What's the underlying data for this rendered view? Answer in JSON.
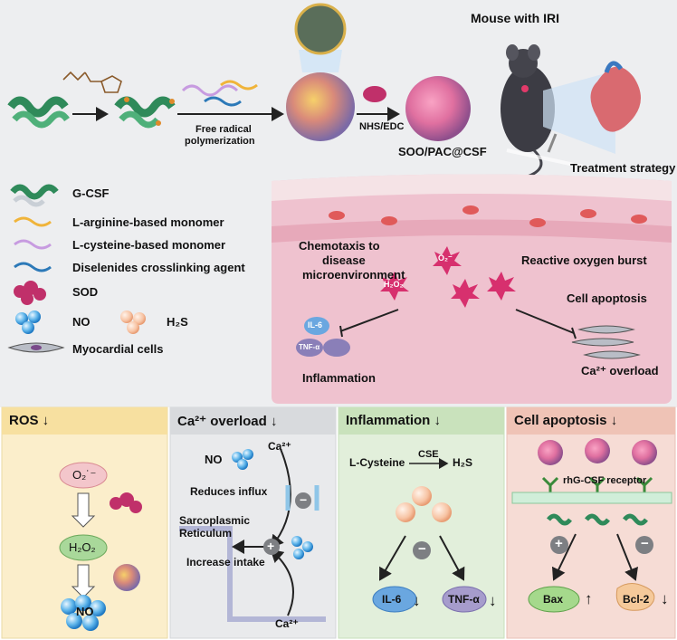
{
  "synthesis": {
    "step_label_1": "Free radical",
    "step_label_2": "polymerization",
    "step_label_3": "NHS/EDC",
    "product": "SOO/PAC@CSF",
    "mouse": "Mouse with IRI",
    "strategy": "Treatment strategy"
  },
  "legend": {
    "gcsf": "G-CSF",
    "arg": "L-arginine-based monomer",
    "cys": "L-cysteine-based monomer",
    "dise": "Diselenides crosslinking agent",
    "sod": "SOD",
    "no": "NO",
    "h2s": "H₂S",
    "myo": "Myocardial cells"
  },
  "tissue": {
    "chemotaxis_1": "Chemotaxis  to",
    "chemotaxis_2": "disease",
    "chemotaxis_3": "microenvironment",
    "ros_burst": "Reactive oxygen burst",
    "apoptosis": "Cell apoptosis",
    "inflammation": "Inflammation",
    "il6": "IL-6",
    "tnf": "TNF-α",
    "ca_overload": "Ca²⁺ overload",
    "o2": "O₂⁻",
    "h2o2": "H₂O₂"
  },
  "panels": {
    "ros": {
      "title": "ROS",
      "o2": "O₂˙⁻",
      "h2o2": "H₂O₂",
      "no": "NO"
    },
    "ca": {
      "title": "Ca²⁺ overload",
      "no": "NO",
      "ca_top": "Ca²⁺",
      "ca_bottom": "Ca²⁺",
      "reduces": "Reduces influx",
      "sr1": "Sarcoplasmic",
      "sr2": "Reticulum",
      "increase": "Increase intake",
      "minus": "−",
      "plus": "+"
    },
    "inflam": {
      "title": "Inflammation",
      "lcys": "L-Cysteine",
      "cse": "CSE",
      "h2s": "H₂S",
      "il6": "IL-6",
      "tnf": "TNF-α",
      "minus": "−"
    },
    "apop": {
      "title": "Cell apoptosis",
      "receptor": "rhG-CSF receptor",
      "bax": "Bax",
      "bcl2": "Bcl-2",
      "plus": "+",
      "minus": "−"
    }
  },
  "colors": {
    "top_bg": "#edeef0",
    "tissue": "#efc2cf",
    "ros_bg": "#fbeecb",
    "ca_bg": "#e9eaec",
    "inflam_bg": "#e2efdb",
    "apop_bg": "#f6dcd5"
  }
}
